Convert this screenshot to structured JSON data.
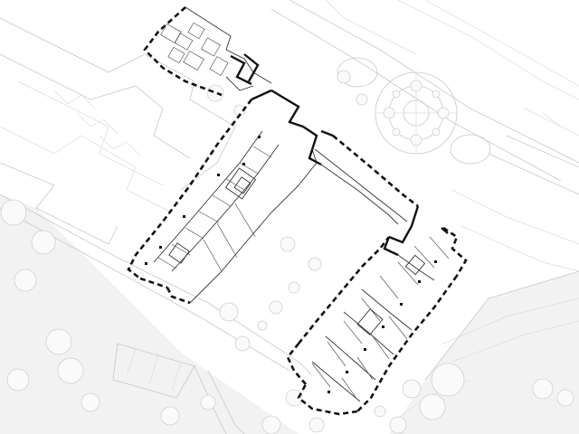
{
  "figure": {
    "kind": "architectural-site-plan",
    "colors": {
      "background": "#ffffff",
      "building_walls": "#111111",
      "context_lines": "#c9c9c9",
      "trees": "#d0d0d0",
      "road_fill": "#f2f2f2"
    },
    "legend": {
      "walls": "solid-and-dashed-black",
      "context": "light-grey-lines",
      "trees": "grey-circles"
    }
  }
}
